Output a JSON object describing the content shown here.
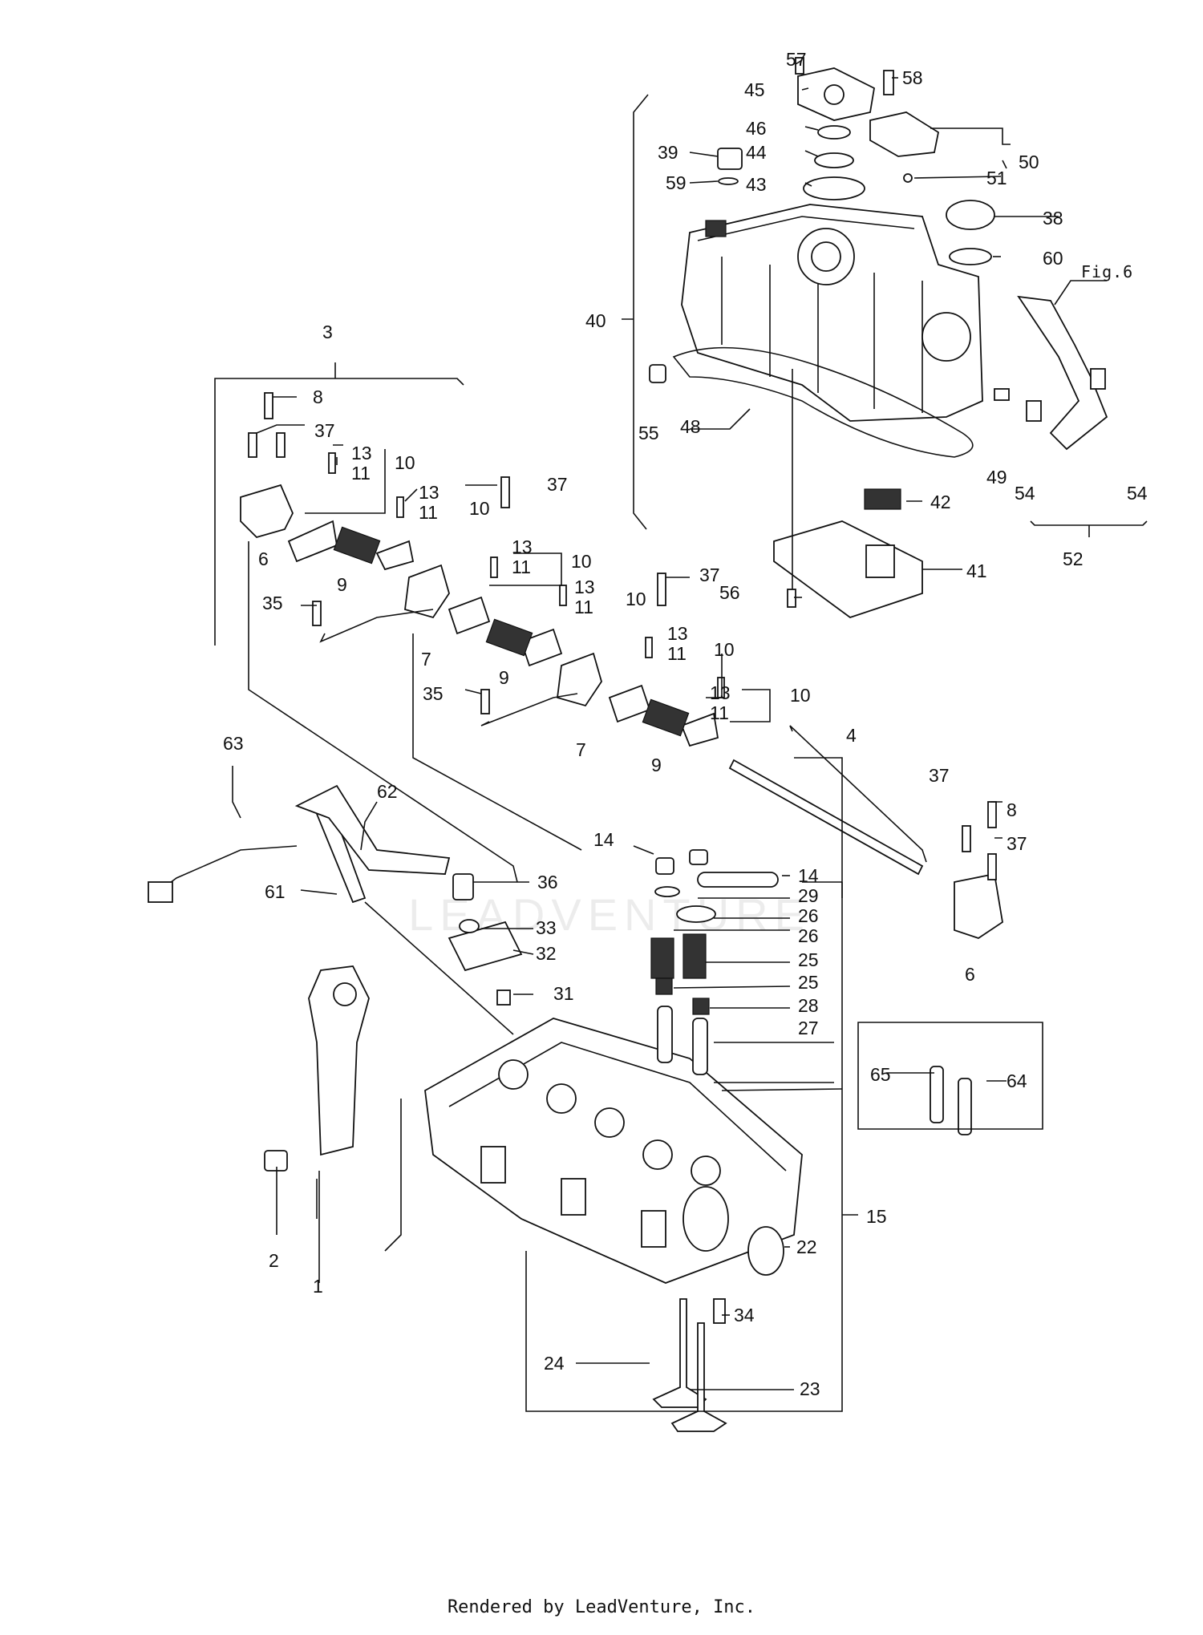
{
  "footer": "Rendered by LeadVenture, Inc.",
  "watermark": "LEADVENTURE",
  "figure_ref": "Fig.6",
  "callouts": [
    "1",
    "2",
    "3",
    "4",
    "6",
    "6",
    "7",
    "7",
    "8",
    "8",
    "9",
    "9",
    "9",
    "10",
    "10",
    "10",
    "10",
    "10",
    "10",
    "11",
    "11",
    "11",
    "11",
    "11",
    "11",
    "13",
    "13",
    "13",
    "13",
    "13",
    "13",
    "14",
    "14",
    "15",
    "22",
    "23",
    "24",
    "25",
    "25",
    "26",
    "26",
    "27",
    "28",
    "29",
    "31",
    "32",
    "33",
    "34",
    "35",
    "35",
    "36",
    "37",
    "37",
    "37",
    "37",
    "37",
    "38",
    "39",
    "40",
    "41",
    "42",
    "43",
    "44",
    "45",
    "46",
    "48",
    "49",
    "50",
    "51",
    "52",
    "54",
    "54",
    "55",
    "56",
    "57",
    "58",
    "59",
    "60",
    "61",
    "62",
    "63",
    "64",
    "65"
  ]
}
